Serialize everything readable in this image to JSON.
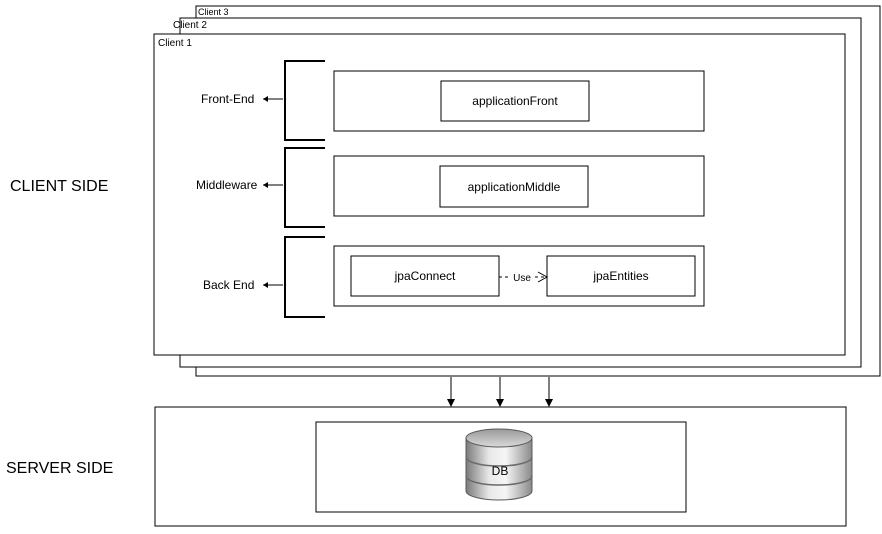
{
  "side_labels": {
    "client": "CLIENT SIDE",
    "server": "SERVER SIDE"
  },
  "clients": {
    "client1": "Client 1",
    "client2": "Client 2",
    "client3": "Client 3"
  },
  "layers": {
    "front": "Front-End",
    "middle": "Middleware",
    "back": "Back End"
  },
  "components": {
    "front": "applicationFront",
    "middle": "applicationMiddle",
    "connect": "jpaConnect",
    "entities": "jpaEntities",
    "use_label": "Use"
  },
  "server": {
    "db_label": "DB",
    "db_icon": "database-icon"
  }
}
